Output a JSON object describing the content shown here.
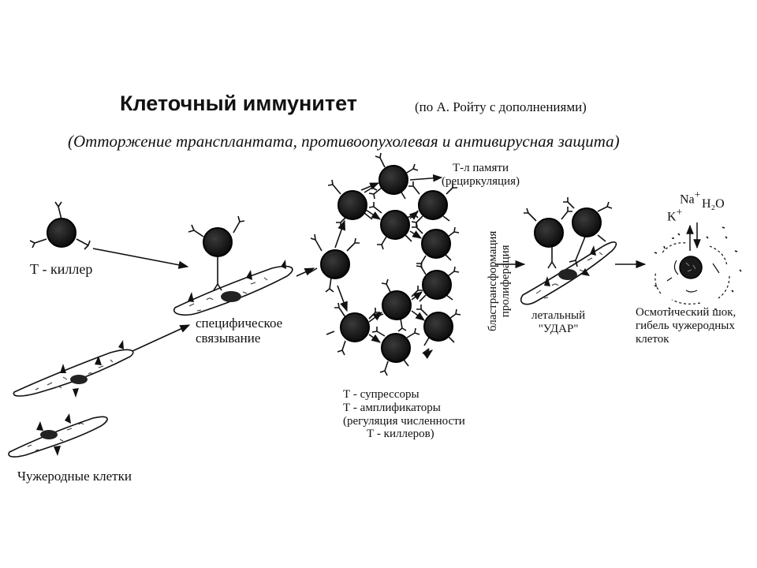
{
  "title": {
    "main": "Клеточный иммунитет",
    "note": "(по А. Ройту с дополнениями)",
    "subtitle": "(Отторжение трансплантата, противоопухолевая и антивирусная защита)"
  },
  "labels": {
    "t_killer": "Т - киллер",
    "foreign_cells": "Чужеродные клетки",
    "binding_line1": "специфическое",
    "binding_line2": "связывание",
    "memory_line1": "Т-л памяти",
    "memory_line2": "(рециркуляция)",
    "blast_line1": "бластрансформация",
    "blast_line2": "пролиферация",
    "regulators_line1": "Т - супрессоры",
    "regulators_line2": "Т - амплификаторы",
    "regulators_line3": "(регуляция численности",
    "regulators_line4": "Т - киллеров)",
    "lethal_line1": "летальный",
    "lethal_line2": "\"УДАР\"",
    "shock_line1": "Осмотический шок,",
    "shock_line2": "гибель чужеродных",
    "shock_line3": "клеток",
    "ion_k": "K",
    "ion_na": "Na",
    "ion_plus": "+",
    "ion_water": "H₂O"
  },
  "colors": {
    "ink": "#111111",
    "paper": "#ffffff"
  }
}
